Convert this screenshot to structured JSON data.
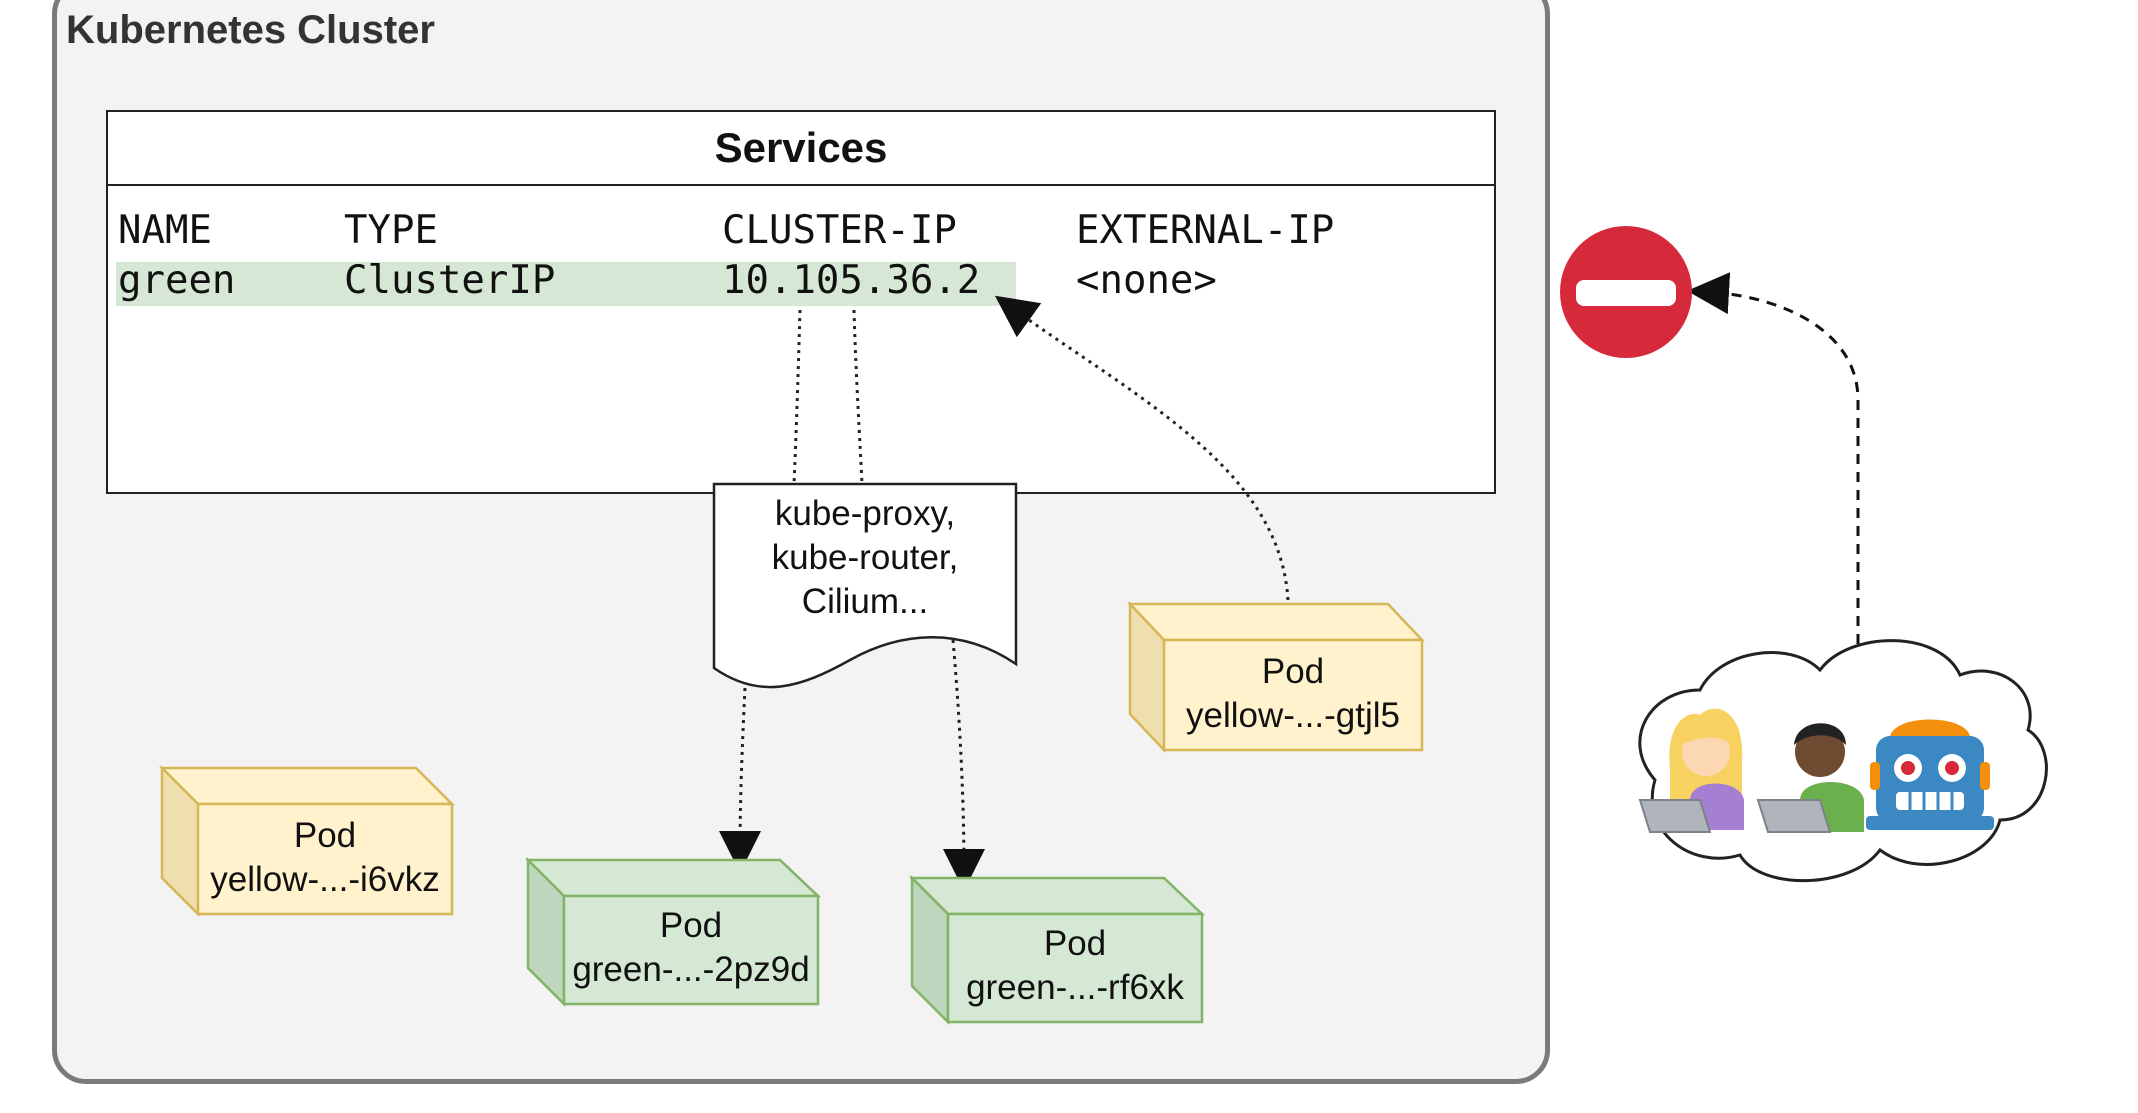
{
  "cluster": {
    "title": "Kubernetes Cluster"
  },
  "services": {
    "title": "Services",
    "headers": [
      "NAME",
      "TYPE",
      "CLUSTER-IP",
      "EXTERNAL-IP"
    ],
    "row": [
      "green",
      "ClusterIP",
      "10.105.36.2",
      "<none>"
    ]
  },
  "proxy": {
    "line1": "kube-proxy,",
    "line2": "kube-router,",
    "line3": "Cilium..."
  },
  "pods": [
    {
      "title": "Pod",
      "name": "yellow-...-gtjl5",
      "color": "yellow"
    },
    {
      "title": "Pod",
      "name": "yellow-...-i6vkz",
      "color": "yellow"
    },
    {
      "title": "Pod",
      "name": "green-...-2pz9d",
      "color": "green"
    },
    {
      "title": "Pod",
      "name": "green-...-rf6xk",
      "color": "green"
    }
  ],
  "colors": {
    "yellow_fill": "#fff2cc",
    "yellow_stroke": "#d6b656",
    "green_fill": "#d5e8d4",
    "green_stroke": "#82b366",
    "blocked": "#d62a3a",
    "highlight": "#d6e8d5"
  },
  "external": {
    "blocked_icon": "no-entry-icon",
    "users": [
      "woman-technologist-icon",
      "man-technologist-icon",
      "robot-icon"
    ]
  }
}
